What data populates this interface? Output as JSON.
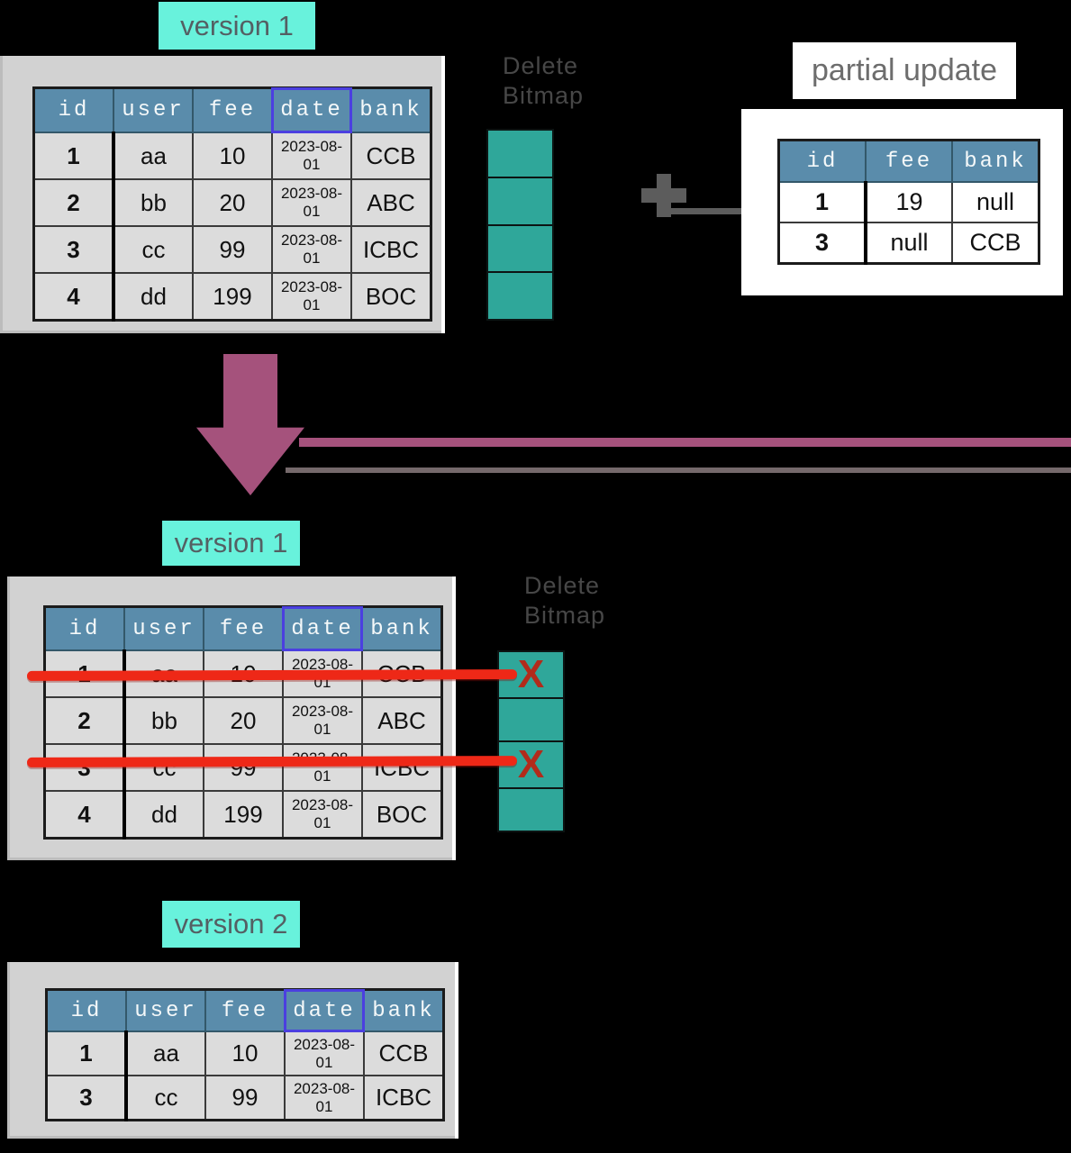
{
  "colors": {
    "background": "#000000",
    "card_gray": "#d2d2d2",
    "card_white": "#ffffff",
    "header_blue": "#5a8cab",
    "header_text": "#f4f8f9",
    "cell_gray": "#dcdcdc",
    "cell_white": "#ffffff",
    "tag_aqua": "#68f2dc",
    "tag_text": "#545f63",
    "partial_tag_text": "#6d6d6d",
    "strip_teal": "#2fa79a",
    "strip_border": "#0c1413",
    "arrow_maroon": "#a5527c",
    "line_gray": "#75696b",
    "plus_gray": "#5c5c5c",
    "strike_red": "#ee2817",
    "x_red": "#b22b1b",
    "date_outline_purple": "#4b3fe0",
    "ghost_text": "#474747",
    "body_text": "#111111"
  },
  "tags": {
    "version1_top": "version 1",
    "version1_mid": "version 1",
    "version2": "version 2",
    "partial_update": "partial update"
  },
  "bitmap_label": {
    "line1": "Delete",
    "line2": "Bitmap"
  },
  "icons": {
    "plus": "+",
    "down_arrow": "▼",
    "x_mark": "X"
  },
  "tables": {
    "version1": {
      "columns": [
        "id",
        "user",
        "fee",
        "date",
        "bank"
      ],
      "rows": [
        [
          "1",
          "aa",
          "10",
          "2023-08-01",
          "CCB"
        ],
        [
          "2",
          "bb",
          "20",
          "2023-08-01",
          "ABC"
        ],
        [
          "3",
          "cc",
          "99",
          "2023-08-01",
          "ICBC"
        ],
        [
          "4",
          "dd",
          "199",
          "2023-08-01",
          "BOC"
        ]
      ]
    },
    "partial_update": {
      "columns": [
        "id",
        "fee",
        "bank"
      ],
      "rows": [
        [
          "1",
          "19",
          "null"
        ],
        [
          "3",
          "null",
          "CCB"
        ]
      ]
    },
    "version2": {
      "columns": [
        "id",
        "user",
        "fee",
        "date",
        "bank"
      ],
      "rows": [
        [
          "1",
          "aa",
          "10",
          "2023-08-01",
          "CCB"
        ],
        [
          "3",
          "cc",
          "99",
          "2023-08-01",
          "ICBC"
        ]
      ]
    }
  },
  "bitmaps": {
    "top": {
      "cells": [
        "",
        "",
        "",
        ""
      ]
    },
    "middle": {
      "cells": [
        "X",
        "",
        "X",
        ""
      ]
    }
  }
}
